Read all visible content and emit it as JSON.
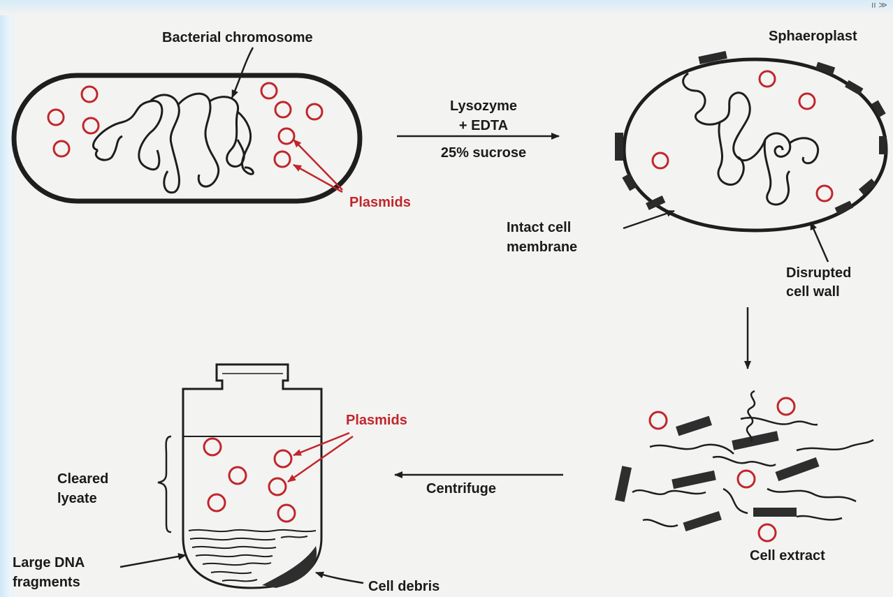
{
  "diagram": {
    "corner_mark": "ıı ≫",
    "labels": {
      "bacterial_chromosome": "Bacterial chromosome",
      "plasmids_top": "Plasmids",
      "lysozyme_line1": "Lysozyme",
      "lysozyme_line2": "+ EDTA",
      "sucrose": "25% sucrose",
      "sphaeroplast": "Sphaeroplast",
      "intact_line1": "Intact cell",
      "intact_line2": "membrane",
      "disrupted_line1": "Disrupted",
      "disrupted_line2": "cell wall",
      "cell_extract": "Cell extract",
      "centrifuge": "Centrifuge",
      "plasmids_tube": "Plasmids",
      "cleared_line1": "Cleared",
      "cleared_line2": "lyeate",
      "large_dna_line1": "Large DNA",
      "large_dna_line2": "fragments",
      "cell_debris": "Cell debris"
    },
    "colors": {
      "plasmid": "#c0262c",
      "ink": "#1e1e1e",
      "background": "#f3f3f1"
    }
  }
}
